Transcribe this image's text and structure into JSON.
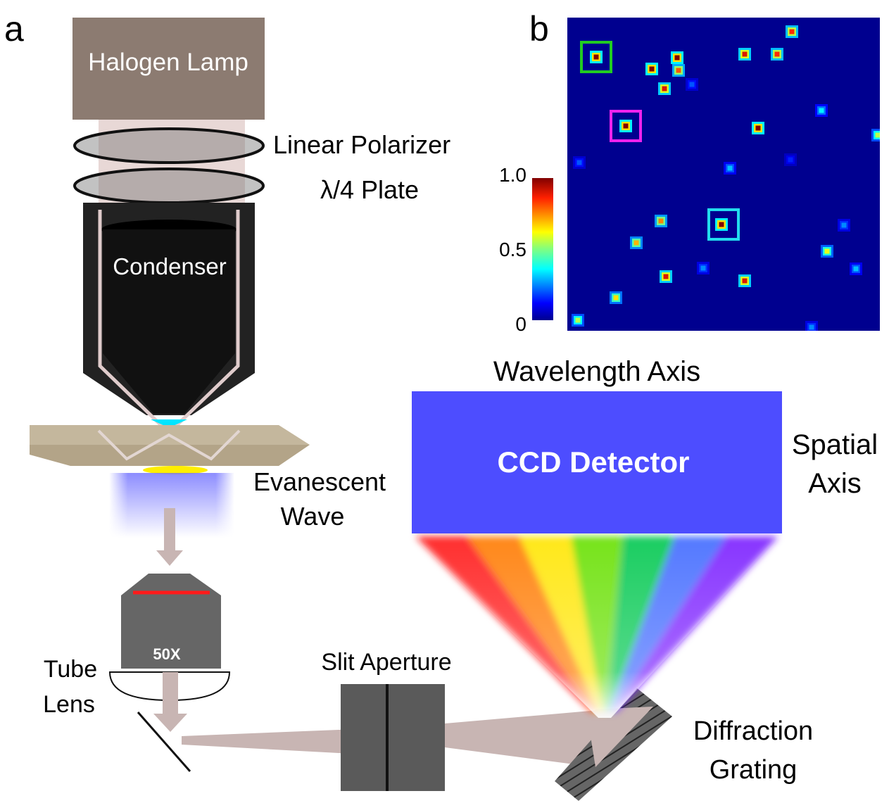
{
  "panel_a": {
    "panel_label": "a",
    "lamp_label": "Halogen Lamp",
    "polarizer_label": "Linear Polarizer",
    "waveplate_label": "λ/4 Plate",
    "condenser_label": "Condenser",
    "evanescent_label_line1": "Evanescent",
    "evanescent_label_line2": "Wave",
    "objective_label": "50X",
    "tube_lens_label_line1": "Tube",
    "tube_lens_label_line2": "Lens",
    "slit_label": "Slit Aperture",
    "grating_label_line1": "Diffraction",
    "grating_label_line2": "Grating",
    "ccd_label": "CCD Detector",
    "wavelength_axis_label": "Wavelength Axis",
    "spatial_axis_label_line1": "Spatial",
    "spatial_axis_label_line2": "Axis",
    "spectrum_colors": [
      "#ff1a1a",
      "#ff7a00",
      "#ffe600",
      "#66e000",
      "#00c850",
      "#4169ff",
      "#7a20ff"
    ]
  },
  "panel_b": {
    "panel_label": "b",
    "colorbar_ticks": [
      "1.0",
      "0.5",
      "0"
    ],
    "background_color": "#00008f",
    "highlight_colors": [
      "#22cc22",
      "#ee22ee",
      "#22ddee"
    ]
  }
}
